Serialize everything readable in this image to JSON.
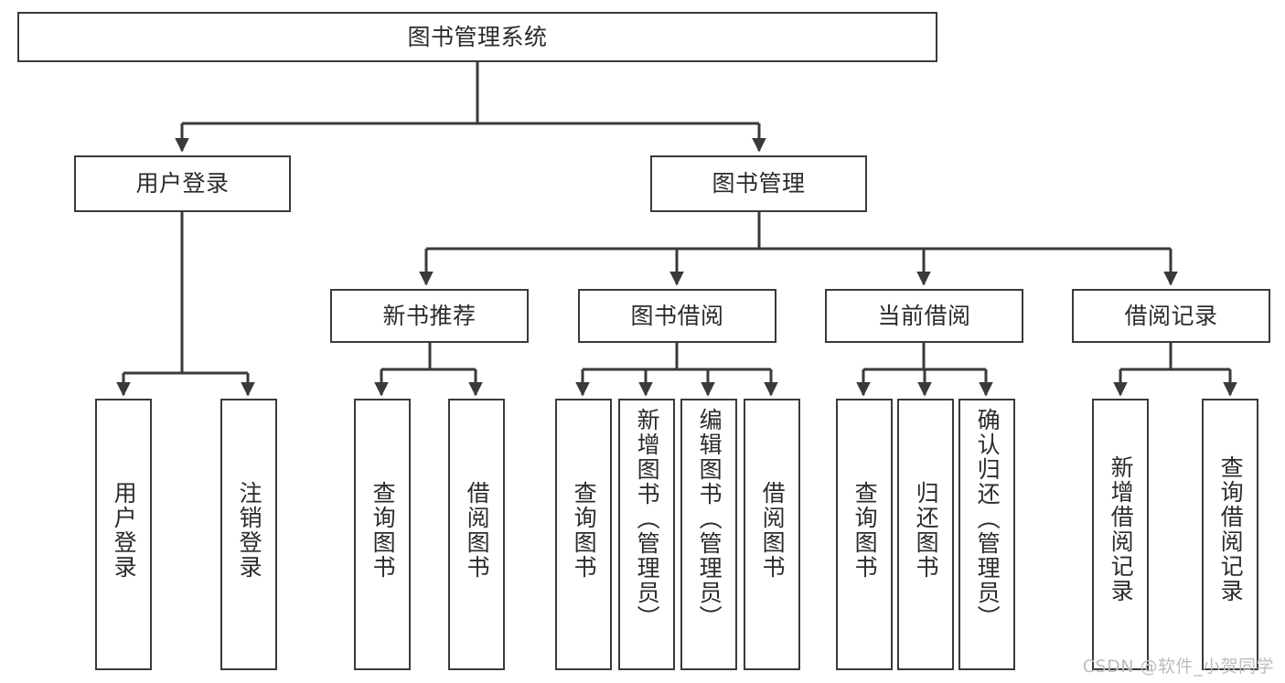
{
  "diagram": {
    "title": "图书管理系统",
    "type": "tree-hierarchy-diagram",
    "root": {
      "label": "图书管理系统"
    },
    "level1": [
      {
        "label": "用户登录"
      },
      {
        "label": "图书管理"
      }
    ],
    "level2": [
      {
        "label": "新书推荐"
      },
      {
        "label": "图书借阅"
      },
      {
        "label": "当前借阅"
      },
      {
        "label": "借阅记录"
      }
    ],
    "leaves": {
      "user_login": [
        {
          "label": "用户登录"
        },
        {
          "label": "注销登录"
        }
      ],
      "new_book_recommend": [
        {
          "label": "查询图书"
        },
        {
          "label": "借阅图书"
        }
      ],
      "book_borrow": [
        {
          "label": "查询图书"
        },
        {
          "label": "新增图书（管理员）"
        },
        {
          "label": "编辑图书（管理员）"
        },
        {
          "label": "借阅图书"
        }
      ],
      "current_borrow": [
        {
          "label": "查询图书"
        },
        {
          "label": "归还图书"
        },
        {
          "label": "确认归还（管理员）"
        }
      ],
      "borrow_record": [
        {
          "label": "新增借阅记录"
        },
        {
          "label": "查询借阅记录"
        }
      ]
    }
  },
  "watermark": {
    "text": "CSDN @软件_小贺同学"
  },
  "colors": {
    "stroke": "#3a3a3a",
    "text": "#2b2b2b",
    "background": "#ffffff",
    "watermark": "#bdbdbd"
  }
}
